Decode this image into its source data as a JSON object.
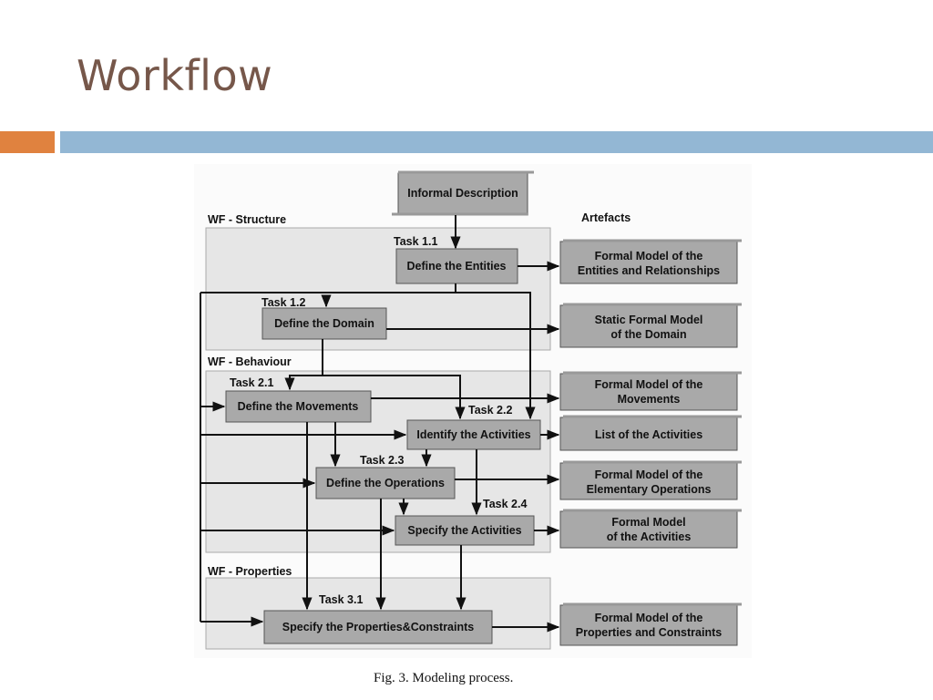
{
  "slide": {
    "title": "Workflow"
  },
  "colors": {
    "title": "#76574a",
    "accent_orange": "#e0823f",
    "accent_blue": "#93b7d4"
  },
  "figure": {
    "caption": "Fig. 3.   Modeling process.",
    "input_scroll": "Informal Description",
    "artefacts_header": "Artefacts",
    "groups": {
      "structure": "WF - Structure",
      "behaviour": "WF - Behaviour",
      "properties": "WF - Properties"
    },
    "tasks": {
      "t11": {
        "label": "Task 1.1",
        "box": "Define the Entities"
      },
      "t12": {
        "label": "Task 1.2",
        "box": "Define the Domain"
      },
      "t21": {
        "label": "Task 2.1",
        "box": "Define the Movements"
      },
      "t22": {
        "label": "Task 2.2",
        "box": "Identify the Activities"
      },
      "t23": {
        "label": "Task 2.3",
        "box": "Define the Operations"
      },
      "t24": {
        "label": "Task 2.4",
        "box": "Specify the Activities"
      },
      "t31": {
        "label": "Task 3.1",
        "box": "Specify the Properties&Constraints"
      }
    },
    "artefacts": {
      "a1": {
        "line1": "Formal Model of the",
        "line2": "Entities and Relationships"
      },
      "a2": {
        "line1": "Static Formal Model",
        "line2": "of the Domain"
      },
      "a3": {
        "line1": "Formal Model of the",
        "line2": "Movements"
      },
      "a4": {
        "line1": "List of the Activities",
        "line2": ""
      },
      "a5": {
        "line1": "Formal Model of the",
        "line2": "Elementary Operations"
      },
      "a6": {
        "line1": "Formal Model",
        "line2": "of the Activities"
      },
      "a7": {
        "line1": "Formal Model of the",
        "line2": "Properties and Constraints"
      }
    }
  }
}
